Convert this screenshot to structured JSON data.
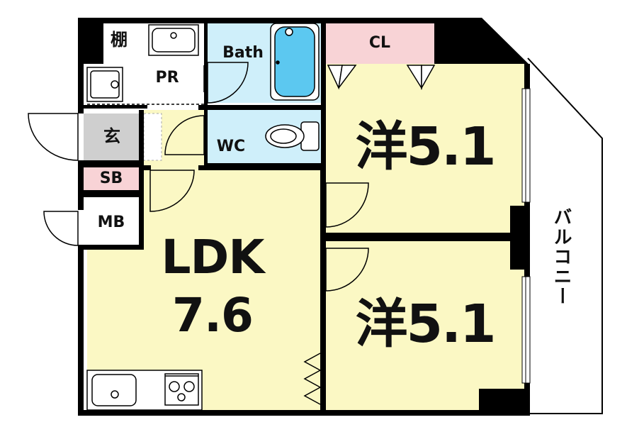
{
  "colors": {
    "wall": "#000000",
    "room_yellow": "#fbf8c4",
    "wet_cyan": "#cfeffa",
    "label_pink": "#f8d3d6",
    "entry_gray": "#cfcfcf",
    "white": "#ffffff",
    "tub_fill": "#5cc8f0"
  },
  "rooms": {
    "shelf": "棚",
    "powder_room": "PR",
    "bath": "Bath",
    "closet": "CL",
    "entrance": "玄",
    "toilet": "WC",
    "shoe_box": "SB",
    "meter_box": "MB",
    "ldk_name": "LDK",
    "ldk_size": "7.6",
    "bedroom_upper": "洋5.1",
    "bedroom_lower": "洋5.1",
    "balcony": "バルコニー"
  },
  "icons": [
    "sink-icon",
    "washing-machine-pan-icon",
    "bathtub-icon",
    "toilet-icon",
    "kitchen-sink-icon",
    "gas-stove-icon",
    "door-swing-icon",
    "folding-door-icon",
    "sliding-window-icon"
  ]
}
